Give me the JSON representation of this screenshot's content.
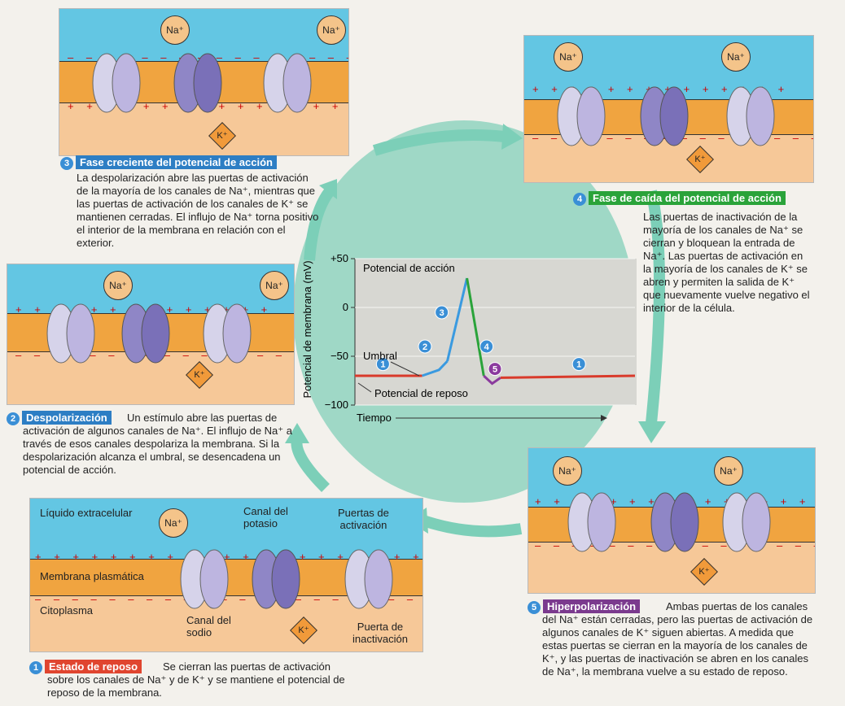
{
  "steps": {
    "s3": {
      "num": "3",
      "title": "Fase creciente del potencial de acción",
      "text": "La despolarización abre las puertas de activación de la mayoría de los canales de Na⁺, mientras que las puertas de activación de los canales de K⁺ se mantienen cerradas. El influjo de Na⁺ torna positivo el interior de la membrana en relación con el exterior."
    },
    "s4": {
      "num": "4",
      "title": "Fase de caída del potencial de acción",
      "text": "Las puertas de inactivación de la mayoría de los canales de Na⁺ se cierran y bloquean la entrada de Na⁺. Las puertas de activación en la mayoría de los canales de K⁺ se abren y permiten la salida de K⁺ que nuevamente vuelve negativo el interior de la célula."
    },
    "s2": {
      "num": "2",
      "title": "Despolarización",
      "text": "Un estímulo abre las puertas de activación de algunos canales de Na⁺. El influjo de Na⁺ a través de esos canales despolariza la membrana. Si la despolarización alcanza el umbral, se desencadena un potencial de acción."
    },
    "s1": {
      "num": "1",
      "title": "Estado de reposo",
      "text": "Se cierran las puertas de activación sobre los canales de Na⁺ y de K⁺ y se mantiene el potencial de reposo de la membrana."
    },
    "s5": {
      "num": "5",
      "title": "Hiperpolarización",
      "text": "Ambas puertas de los canales del Na⁺ están cerradas, pero las puertas de activación de algunos canales de K⁺ siguen abiertas. A medida que estas puertas se cierran en la mayoría de los canales de K⁺, y las puertas de inactivación se abren en los canales de Na⁺, la membrana vuelve a su estado de reposo."
    }
  },
  "ions": {
    "na": "Na⁺",
    "k": "K⁺"
  },
  "rest_panel_labels": {
    "extracellular": "Líquido extracelular",
    "membrane": "Membrana plasmática",
    "cytoplasm": "Citoplasma",
    "k_channel": "Canal del\npotasio",
    "activation_gates": "Puertas de\nactivación",
    "na_channel": "Canal del\nsodio",
    "inactivation_gate": "Puerta de\ninactivación"
  },
  "chart_data": {
    "type": "line",
    "ylabel": "Potencial de membrana (mV)",
    "xlabel": "Tiempo",
    "ylim": [
      -100,
      50
    ],
    "yticks": [
      "+50",
      "0",
      "−50",
      "−100"
    ],
    "ytick_values": [
      50,
      0,
      -50,
      -100
    ],
    "annotations": [
      "Potencial de acción",
      "Umbral",
      "Potencial de reposo"
    ],
    "phase_markers": [
      "1",
      "2",
      "3",
      "4",
      "5",
      "1"
    ],
    "series": [
      {
        "phase": "1",
        "color": "#d93a2b",
        "x": [
          0,
          0.24
        ],
        "y": [
          -70,
          -70
        ]
      },
      {
        "phase": "2",
        "color": "#3a9ae0",
        "x": [
          0.24,
          0.3,
          0.33
        ],
        "y": [
          -70,
          -64,
          -55
        ]
      },
      {
        "phase": "3",
        "color": "#3a9ae0",
        "x": [
          0.33,
          0.4
        ],
        "y": [
          -55,
          30
        ]
      },
      {
        "phase": "4",
        "color": "#2aa33a",
        "x": [
          0.4,
          0.46
        ],
        "y": [
          30,
          -70
        ]
      },
      {
        "phase": "5",
        "color": "#8b3a9e",
        "x": [
          0.46,
          0.49,
          0.52
        ],
        "y": [
          -70,
          -78,
          -72
        ]
      },
      {
        "phase": "1",
        "color": "#d93a2b",
        "x": [
          0.52,
          1.0
        ],
        "y": [
          -72,
          -70
        ]
      }
    ]
  },
  "colors": {
    "blue_tab": "#2d7ec4",
    "green_tab": "#2aa33a",
    "red_tab": "#e0452f",
    "purple_tab": "#7b3a8e",
    "sky": "#63c6e3",
    "membrane": "#f0a440"
  }
}
